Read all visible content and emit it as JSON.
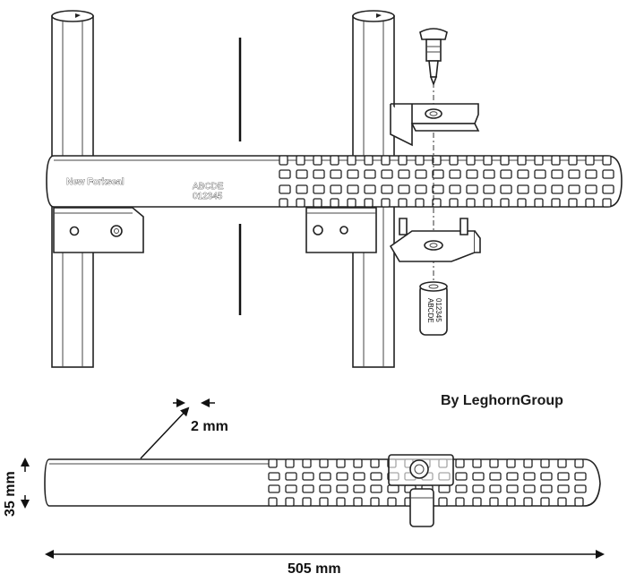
{
  "strap": {
    "brand_text": "New Forkseal",
    "code_line1": "ABCDE",
    "code_line2": "012345"
  },
  "lock_body": {
    "code_line1": "ABCDE",
    "code_line2": "012345"
  },
  "credit": "By LeghornGroup",
  "dimensions": {
    "thickness": "2 mm",
    "width": "35 mm",
    "length": "505 mm"
  }
}
